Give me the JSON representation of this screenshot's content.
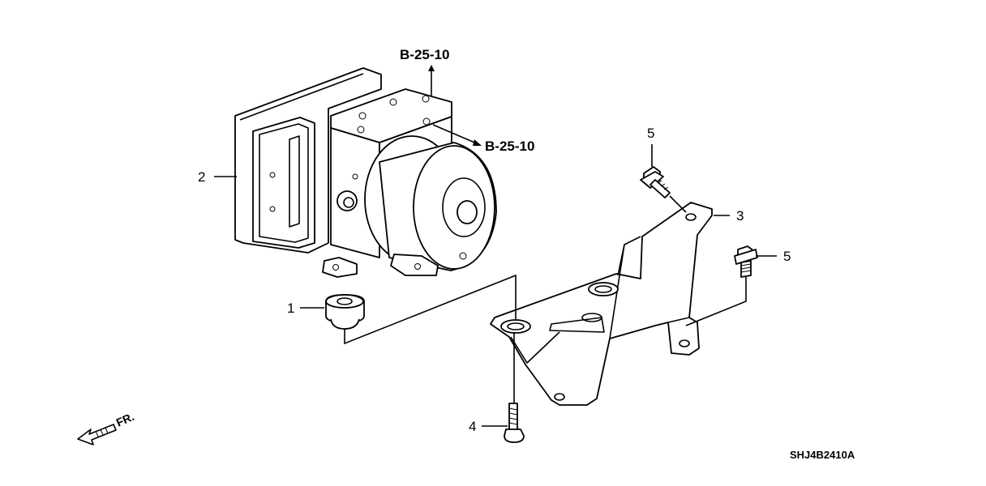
{
  "callouts": {
    "part1": "1",
    "part2": "2",
    "part3": "3",
    "part4": "4",
    "part5_upper": "5",
    "part5_right": "5"
  },
  "references": {
    "ref_top": "B-25-10",
    "ref_right": "B-25-10"
  },
  "direction": {
    "label": "FR."
  },
  "diagram_code": "SHJ4B2410A"
}
